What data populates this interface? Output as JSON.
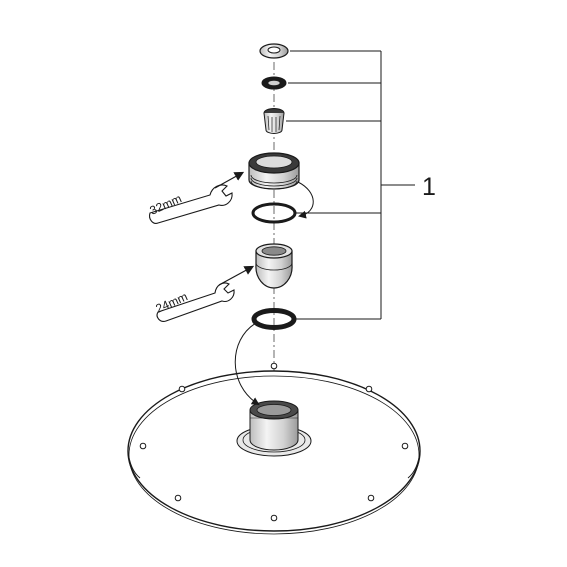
{
  "diagram": {
    "reference_number": "1",
    "wrench_large": {
      "label": "32mm"
    },
    "wrench_small": {
      "label": "24mm"
    }
  }
}
